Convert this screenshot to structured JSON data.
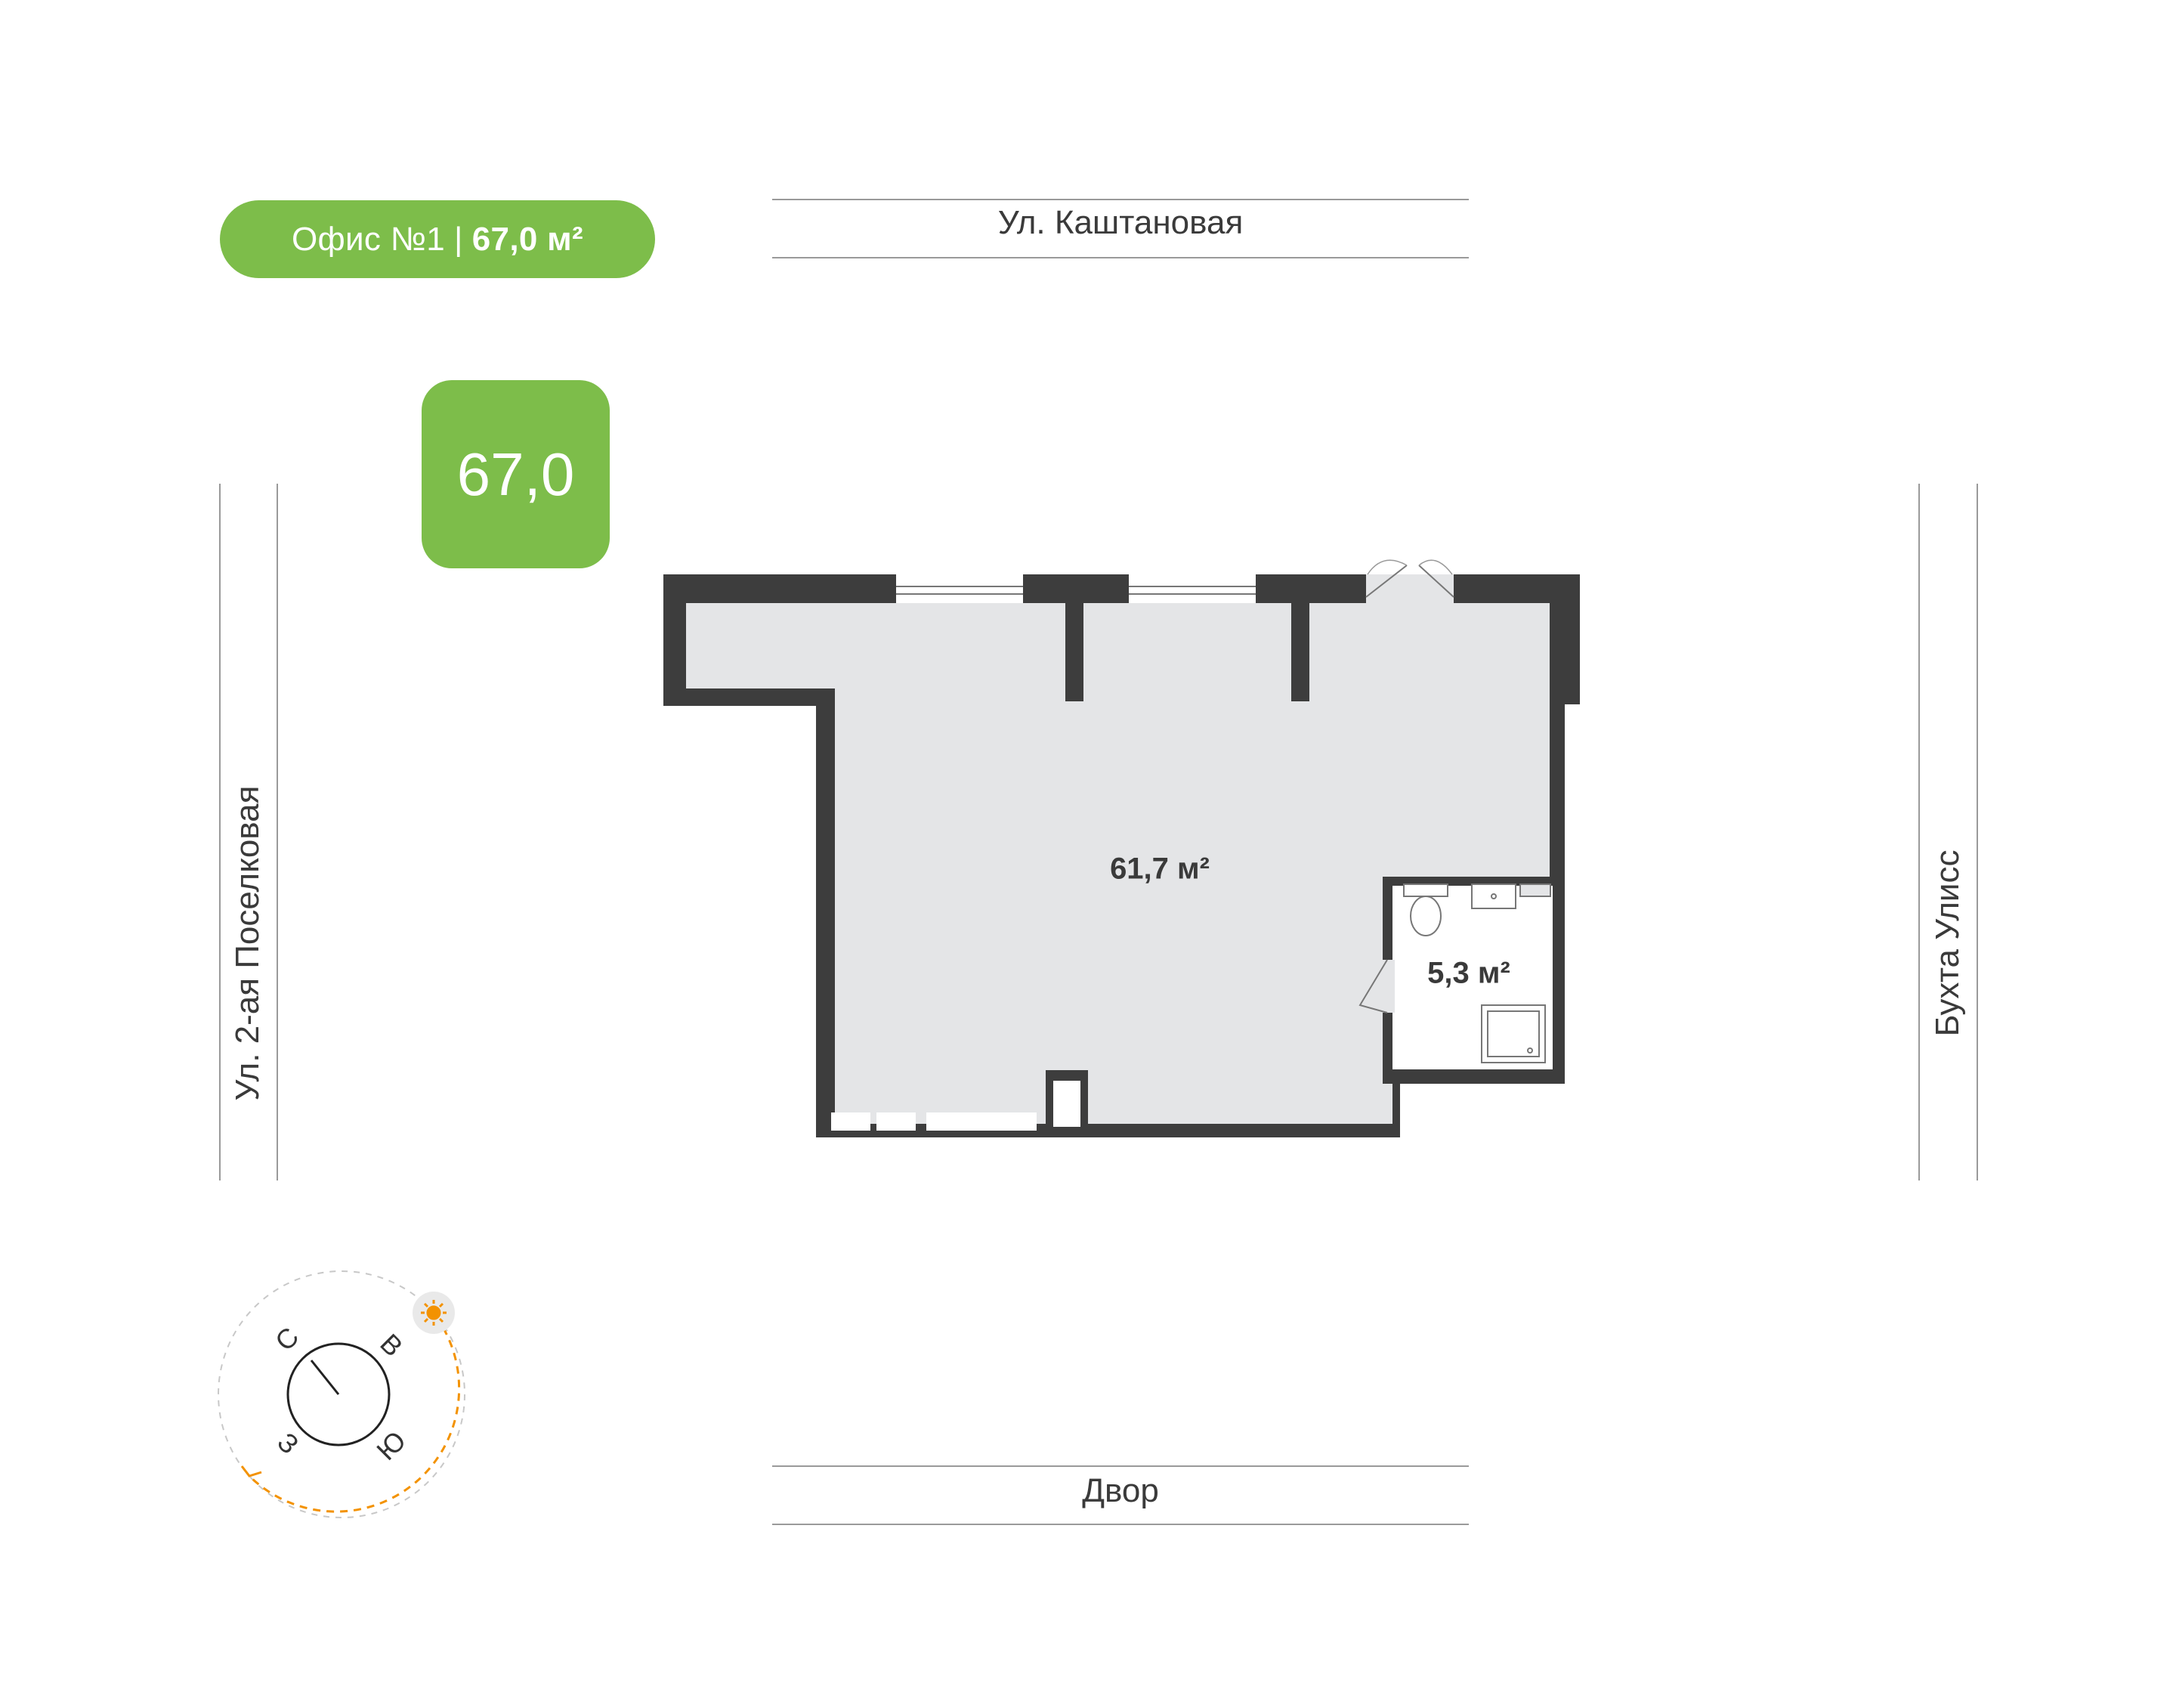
{
  "header": {
    "office_label": "Офис №1",
    "separator": "|",
    "total_area": "67,0 м²"
  },
  "area_badge": "67,0",
  "streets": {
    "top": "Ул. Каштановая",
    "bottom": "Двор",
    "left": "Ул. 2-ая Поселковая",
    "right": "Бухта Улисс"
  },
  "rooms": [
    {
      "area": "61,7 м²"
    },
    {
      "area": "5,3 м²"
    }
  ],
  "compass": {
    "north": "С",
    "east": "В",
    "south": "Ю",
    "west": "З"
  },
  "colors": {
    "accent": "#7dbd4a",
    "wall": "#3d3d3d",
    "floor": "#e4e5e7",
    "sun": "#f39200"
  }
}
